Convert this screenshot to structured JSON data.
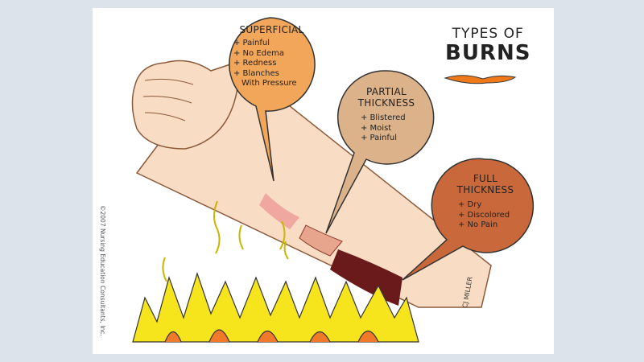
{
  "title": {
    "line1": "TYPES OF",
    "line2": "BURNS"
  },
  "bubbles": [
    {
      "title": "SUPERFICIAL",
      "items": [
        "+ Painful",
        "+ No Edema",
        "+ Redness",
        "+ Blanches",
        "With Pressure"
      ],
      "color": "#f2a65a"
    },
    {
      "title_l1": "PARTIAL",
      "title_l2": "THICKNESS",
      "items": [
        "+ Blistered",
        "+ Moist",
        "+ Painful"
      ],
      "color": "#dcb28a"
    },
    {
      "title_l1": "FULL",
      "title_l2": "THICKNESS",
      "items": [
        "+ Dry",
        "+ Discolored",
        "+ No Pain"
      ],
      "color": "#c9683a"
    }
  ],
  "credit": "©2007 Nursing Education Consultants, Inc.",
  "signature": "CJ MILLER",
  "colors": {
    "background": "#dde3ea",
    "skin": "#f9dcc4",
    "fire_yellow": "#f6e51c",
    "fire_orange": "#f07a2a",
    "char": "#6a1a1a"
  }
}
